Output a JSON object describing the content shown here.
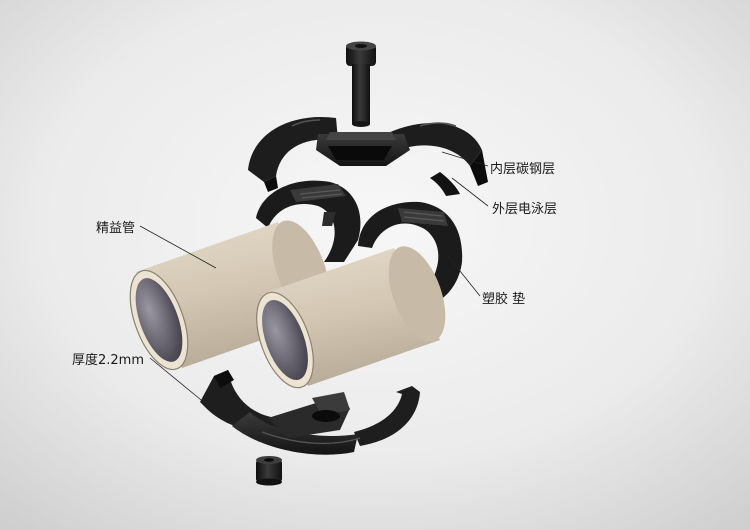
{
  "labels": {
    "inner_layer": "内层碳钢层",
    "outer_layer": "外层电泳层",
    "precision_tube": "精益管",
    "plastic_pad": "塑胶 垫",
    "thickness": "厚度2.2mm"
  },
  "colors": {
    "background_light": "#f6f6f6",
    "background_dark": "#cdcdcd",
    "part_dark": "#1b1b1b",
    "tube_surface": "#d4c8b4",
    "tube_inner": "#5e5b66"
  }
}
